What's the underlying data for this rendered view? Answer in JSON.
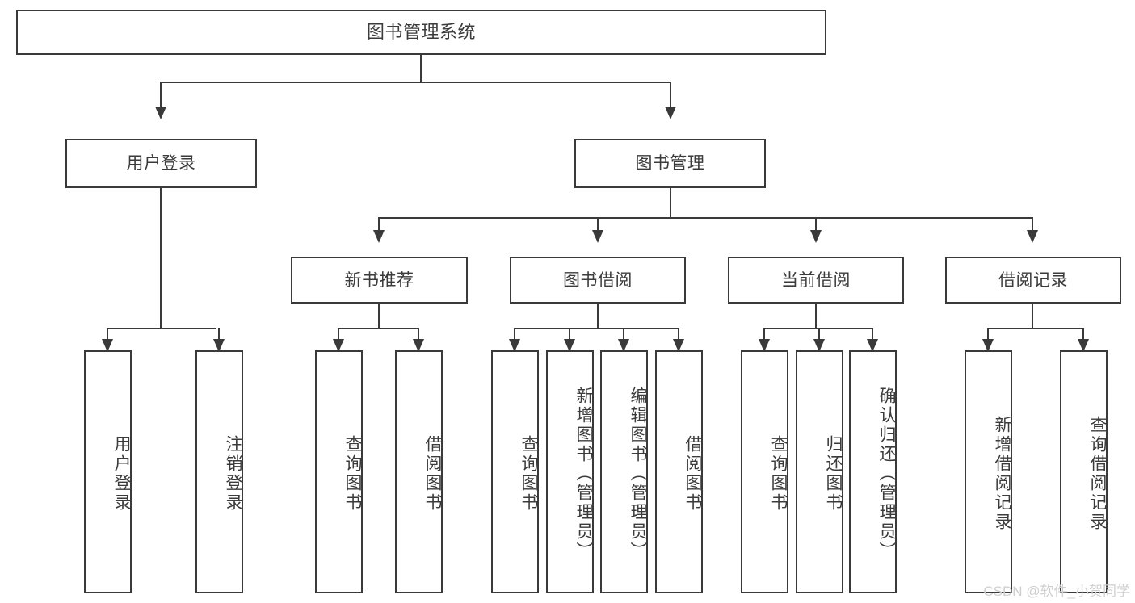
{
  "diagram": {
    "type": "tree",
    "title": "图书管理系统",
    "watermark": "CSDN @软件_小贺同学",
    "colors": {
      "background": "#ffffff",
      "box_border": "#3a3a3a",
      "text": "#3b3b3b",
      "connector": "#3a3a3a",
      "watermark": "#cfcfcf"
    },
    "root": {
      "label": "图书管理系统"
    },
    "level1": [
      {
        "label": "用户登录"
      },
      {
        "label": "图书管理"
      }
    ],
    "level2": [
      {
        "label": "新书推荐"
      },
      {
        "label": "图书借阅"
      },
      {
        "label": "当前借阅"
      },
      {
        "label": "借阅记录"
      }
    ],
    "leaves": {
      "user_login": [
        {
          "label": "用户登录"
        },
        {
          "label": "注销登录"
        }
      ],
      "new_book_recommend": [
        {
          "label": "查询图书"
        },
        {
          "label": "借阅图书"
        }
      ],
      "book_borrow": [
        {
          "label": "查询图书"
        },
        {
          "label": "新增图书（管理员）"
        },
        {
          "label": "编辑图书（管理员）"
        },
        {
          "label": "借阅图书"
        }
      ],
      "current_borrow": [
        {
          "label": "查询图书"
        },
        {
          "label": "归还图书"
        },
        {
          "label": "确认归还（管理员）"
        }
      ],
      "borrow_record": [
        {
          "label": "新增借阅记录"
        },
        {
          "label": "查询借阅记录"
        }
      ]
    }
  }
}
